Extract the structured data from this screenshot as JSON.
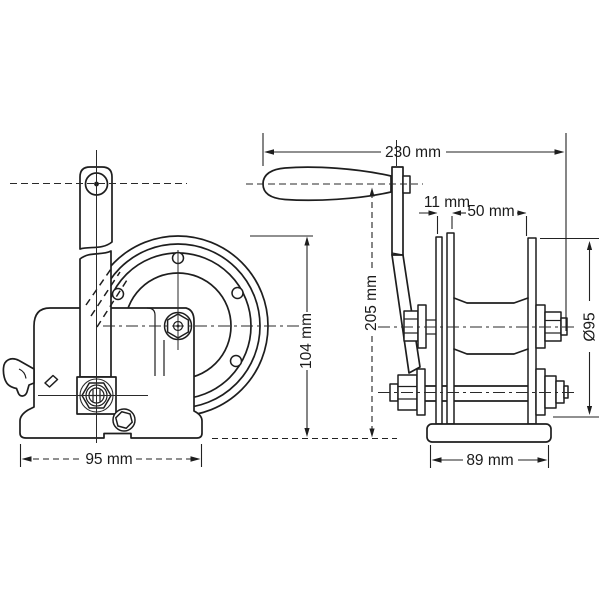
{
  "diagram": {
    "title": "Hand winch technical drawing - two orthographic views",
    "colors": {
      "line": "#1e1e1e",
      "background": "#ffffff"
    },
    "dimensions": {
      "handle_length": "230 mm",
      "plate_gap": "11 mm",
      "drum_width": "50 mm",
      "total_height": "205 mm",
      "side_height": "104 mm",
      "flange_diameter": "Ø95",
      "side_width": "95 mm",
      "base_width": "89 mm"
    }
  }
}
